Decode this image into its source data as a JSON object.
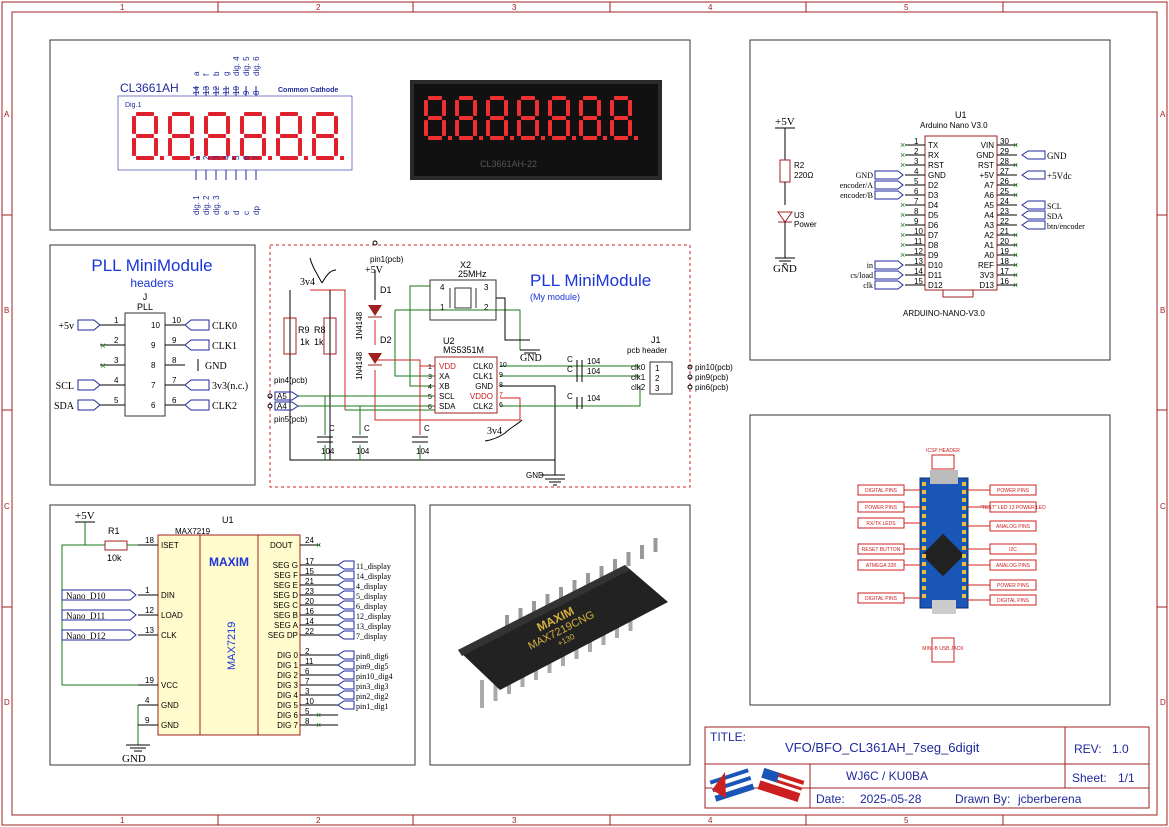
{
  "frame": {
    "col_labels": [
      "1",
      "2",
      "3",
      "4",
      "5"
    ],
    "row_labels": [
      "A",
      "B",
      "C",
      "D"
    ],
    "border_color": "#a02020"
  },
  "display": {
    "part": "CL3661AH",
    "type": "Common Cathode",
    "dig1": "Dig.1",
    "top_pins": [
      "14",
      "13",
      "12",
      "11",
      "10",
      "9",
      "8"
    ],
    "top_names": [
      "a",
      "f",
      "b",
      "g",
      "dig. 4",
      "dig. 5",
      "dig. 6"
    ],
    "bottom_pins": [
      "1",
      "2",
      "3",
      "4",
      "5",
      "6",
      "7"
    ],
    "bottom_names": [
      "dig. 1",
      "dig. 2",
      "dig. 3",
      "e",
      "d",
      "c",
      "dp"
    ],
    "photo_text": "CL3661AH-22"
  },
  "pll_header": {
    "title": "PLL MiniModule",
    "subtitle": "headers",
    "ref": "J",
    "value": "PLL",
    "left": [
      {
        "pin": "1",
        "net": "+5v"
      },
      {
        "pin": "2",
        "net": ""
      },
      {
        "pin": "3",
        "net": ""
      },
      {
        "pin": "4",
        "net": "SCL"
      },
      {
        "pin": "5",
        "net": "SDA"
      }
    ],
    "right": [
      {
        "pin": "10",
        "net": "CLK0"
      },
      {
        "pin": "9",
        "net": "CLK1"
      },
      {
        "pin": "8",
        "net": "GND"
      },
      {
        "pin": "7",
        "net": "3v3(n.c.)"
      },
      {
        "pin": "6",
        "net": "CLK2"
      }
    ]
  },
  "pll_module": {
    "title": "PLL MiniModule",
    "subtitle": "(My module)",
    "pin1": "pin1(pcb)",
    "v5": "+5V",
    "v34a": "3v4",
    "v34b": "3v4",
    "r9": "R9",
    "r9v": "1k",
    "r8": "R8",
    "r8v": "1k",
    "d1": "D1",
    "d2": "D2",
    "d1v": "1N4148",
    "d2v": "1N4148",
    "x2": "X2",
    "x2v": "25MHz",
    "u2": "U2",
    "u2v": "MS5351M",
    "u2_left": [
      "VDD",
      "XA",
      "XB",
      "SCL",
      "SDA"
    ],
    "u2_left_pins": [
      "1",
      "3",
      "4",
      "5",
      "6"
    ],
    "u2_right": [
      "CLK0",
      "CLK1",
      "GND",
      "VDDO",
      "CLK2"
    ],
    "u2_right_pins": [
      "10",
      "9",
      "8",
      "7",
      "6"
    ],
    "cap": "C",
    "cap_val": "104",
    "j1": "J1",
    "j1v": "pcb header",
    "j1_nets": [
      "clk0",
      "clk1",
      "clk2"
    ],
    "j1_pins": [
      "1",
      "2",
      "3"
    ],
    "pcb_right": [
      "pin10(pcb)",
      "pin9(pcb)",
      "pin6(pcb)"
    ],
    "pin4": "pin4(pcb)",
    "pin5": "pin5(pcb)",
    "a5": "A5",
    "a4": "A4",
    "gnd": "GND"
  },
  "nano": {
    "ref": "U1",
    "value": "Arduino Nano V3.0",
    "footprint": "ARDUINO-NANO-V3.0",
    "left_pins": [
      "1",
      "2",
      "3",
      "4",
      "5",
      "6",
      "7",
      "8",
      "9",
      "10",
      "11",
      "12",
      "13",
      "14",
      "15"
    ],
    "left_names": [
      "TX",
      "RX",
      "RST",
      "GND",
      "D2",
      "D3",
      "D4",
      "D5",
      "D6",
      "D7",
      "D8",
      "D9",
      "D10",
      "D11",
      "D12"
    ],
    "right_pins": [
      "30",
      "29",
      "28",
      "27",
      "26",
      "25",
      "24",
      "23",
      "22",
      "21",
      "20",
      "19",
      "18",
      "17",
      "16"
    ],
    "right_names": [
      "VIN",
      "GND",
      "RST",
      "+5V",
      "A7",
      "A6",
      "A5",
      "A4",
      "A3",
      "A2",
      "A1",
      "A0",
      "REF",
      "3V3",
      "D13"
    ],
    "left_nets": {
      "4": "GND",
      "5": "encoder/A",
      "6": "encoder/B",
      "13": "in",
      "14": "cs/load",
      "15": "clk"
    },
    "right_nets": {
      "29": "GND",
      "27": "+5Vdc",
      "24": "SCL",
      "23": "SDA",
      "22": "btn/encoder"
    },
    "led": {
      "v5": "+5V",
      "r2": "R2",
      "r2v": "220Ω",
      "u3": "U3",
      "u3v": "Power",
      "gnd": "GND"
    }
  },
  "max7219": {
    "ref": "U1",
    "value": "MAX7219",
    "brand": "MAXIM",
    "v5": "+5V",
    "r1": "R1",
    "r1v": "10k",
    "gnd": "GND",
    "left": [
      {
        "pin": "18",
        "name": "ISET",
        "net": ""
      },
      {
        "pin": "1",
        "name": "DIN",
        "net": "Nano_D10"
      },
      {
        "pin": "12",
        "name": "LOAD",
        "net": "Nano_D11"
      },
      {
        "pin": "13",
        "name": "CLK",
        "net": "Nano_D12"
      },
      {
        "pin": "19",
        "name": "VCC",
        "net": ""
      },
      {
        "pin": "4",
        "name": "GND",
        "net": ""
      },
      {
        "pin": "9",
        "name": "GND",
        "net": ""
      }
    ],
    "dout": {
      "pin": "24",
      "name": "DOUT"
    },
    "segs": [
      {
        "pin": "17",
        "name": "SEG G",
        "net": "11_display"
      },
      {
        "pin": "15",
        "name": "SEG F",
        "net": "14_display"
      },
      {
        "pin": "21",
        "name": "SEG E",
        "net": "4_display"
      },
      {
        "pin": "23",
        "name": "SEG D",
        "net": "5_display"
      },
      {
        "pin": "20",
        "name": "SEG C",
        "net": "6_display"
      },
      {
        "pin": "16",
        "name": "SEG B",
        "net": "12_display"
      },
      {
        "pin": "14",
        "name": "SEG A",
        "net": "13_display"
      },
      {
        "pin": "22",
        "name": "SEG DP",
        "net": "7_display"
      }
    ],
    "digs": [
      {
        "pin": "2",
        "name": "DIG 0",
        "net": "pin8_dig6"
      },
      {
        "pin": "11",
        "name": "DIG 1",
        "net": "pin9_dig5"
      },
      {
        "pin": "6",
        "name": "DIG 2",
        "net": "pin10_dig4"
      },
      {
        "pin": "7",
        "name": "DIG 3",
        "net": "pin3_dig3"
      },
      {
        "pin": "3",
        "name": "DIG 4",
        "net": "pin2_dig2"
      },
      {
        "pin": "10",
        "name": "DIG 5",
        "net": "pin1_dig1"
      },
      {
        "pin": "5",
        "name": "DIG 6",
        "net": ""
      },
      {
        "pin": "8",
        "name": "DIG 7",
        "net": ""
      }
    ]
  },
  "chip_photo": {
    "line1": "MAXIM",
    "line2": "MAX7219CNG",
    "line3": "+130"
  },
  "nano_photo": {
    "left_tags": [
      "DIGITAL PINS",
      "POWER PINS",
      "RX/TX LEDS",
      "RESET BUTTON",
      "ATMEGA 328",
      "DIGITAL PINS"
    ],
    "right_tags": [
      "POWER PINS",
      "\"TEST\" LED 13 POWER LED",
      "ANALOG PINS",
      "I2C",
      "ANALOG PINS",
      "POWER PINS",
      "DIGITAL PINS"
    ],
    "top": "ICSP HEADER",
    "bottom": "MINI-B USB JACK"
  },
  "title_block": {
    "title_label": "TITLE:",
    "title": "VFO/BFO_CL361AH_7seg_6digit",
    "rev_label": "REV:",
    "rev": "1.0",
    "company": "WJ6C / KU0BA",
    "sheet_label": "Sheet:",
    "sheet": "1/1",
    "date_label": "Date:",
    "date": "2025-05-28",
    "drawn_label": "Drawn By:",
    "drawn": "jcberberena"
  },
  "colors": {
    "wire": "#1a7a1a",
    "body": "#a02020",
    "label": "#1f2a9c",
    "seg": "#e0202a",
    "pcb": "#1a56b8"
  }
}
